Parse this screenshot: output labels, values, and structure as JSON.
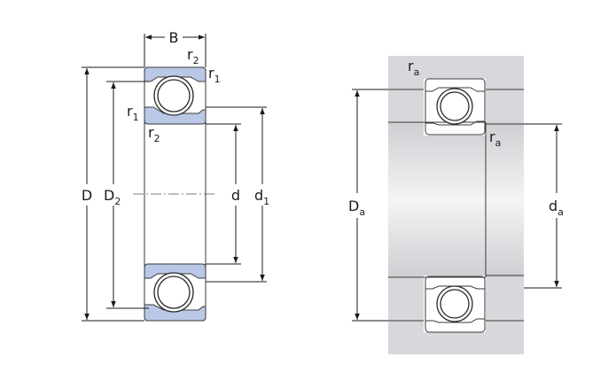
{
  "left_drawing": {
    "labels": {
      "width": "B",
      "outer_diameter": "D",
      "outer_ring_shoulder_diameter": "D",
      "outer_ring_shoulder_sub": "2",
      "bore_diameter": "d",
      "inner_ring_shoulder_diameter": "d",
      "inner_ring_shoulder_sub": "1",
      "chamfer_r2": "r",
      "chamfer_r2_sub": "2",
      "chamfer_r1": "r",
      "chamfer_r1_sub": "1"
    }
  },
  "right_drawing": {
    "labels": {
      "fillet_radius": "r",
      "fillet_radius_sub": "a",
      "housing_abutment_diameter": "D",
      "housing_abutment_sub": "a",
      "shaft_abutment_diameter": "d",
      "shaft_abutment_sub": "a"
    }
  },
  "colors": {
    "ring_fill": "#b9c8e6",
    "housing_fill": "#d8d8dc",
    "line": "#1a1a1a"
  }
}
